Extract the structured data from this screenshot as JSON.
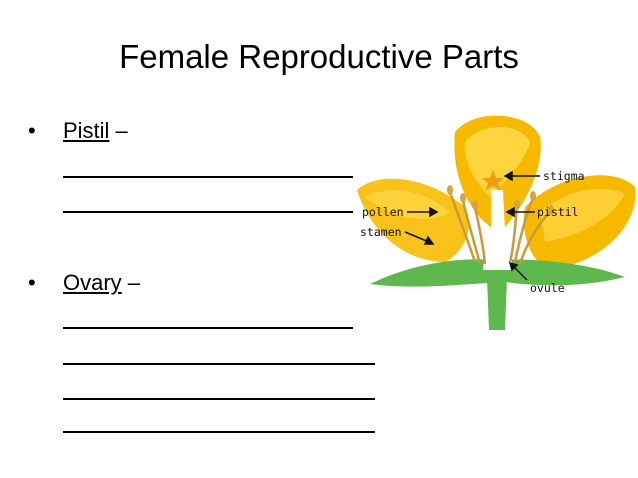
{
  "slide": {
    "title": "Female Reproductive Parts",
    "bullets": [
      {
        "term": "Pistil",
        "dash": "–"
      },
      {
        "term": "Ovary",
        "dash": "–"
      }
    ]
  },
  "diagram": {
    "labels": {
      "stigma": "stigma",
      "pollen": "pollen",
      "pistil": "pistil",
      "stamen": "stamen",
      "ovule": "ovule"
    },
    "colors": {
      "petal": "#f7b800",
      "petal_light": "#ffd94a",
      "stem": "#5fb84d",
      "stamen": "#c99a3a"
    }
  }
}
